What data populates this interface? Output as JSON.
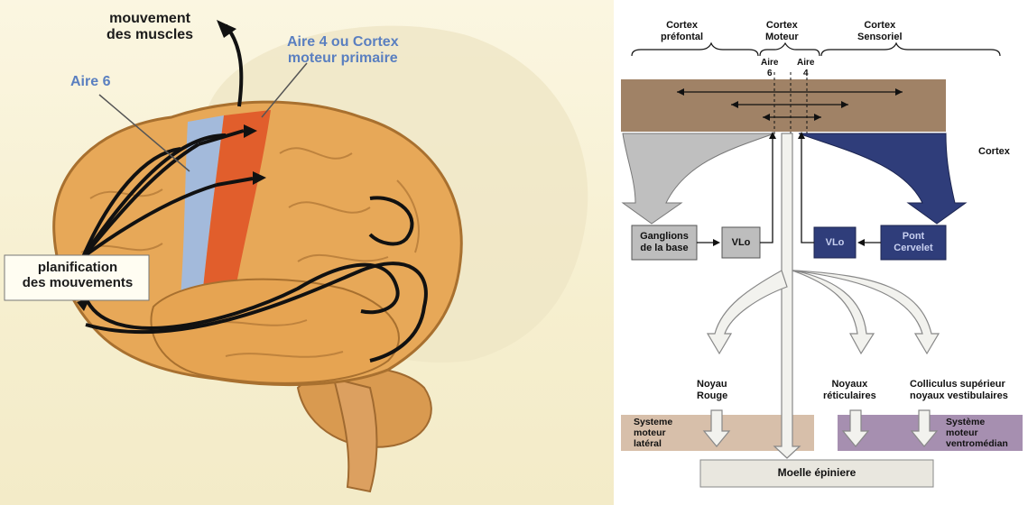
{
  "left": {
    "label_mouvement": "mouvement\ndes muscles",
    "label_aire4": "Aire 4 ou Cortex\nmoteur primaire",
    "label_aire6": "Aire 6",
    "label_planification": "planification\ndes mouvements",
    "colors": {
      "aire6": "#9fbbe3",
      "aire4": "#e05a2a",
      "brain": "#e8a856",
      "background": "#f7f0d2"
    }
  },
  "right": {
    "header_prefrontal": "Cortex\npréfontal",
    "header_moteur": "Cortex\nMoteur",
    "header_sensoriel": "Cortex\nSensoriel",
    "aire6": "Aire\n6",
    "aire4": "Aire\n4",
    "cortex": "Cortex",
    "box_ganglions": "Ganglions\nde la base",
    "box_vlo_left": "VLo",
    "box_vlo_right": "VLo",
    "box_pont": "Pont\nCervelet",
    "noyau_rouge": "Noyau\nRouge",
    "noyaux_reticulaires": "Noyaux\nréticulaires",
    "colliculus": "Colliculus supérieur\nnoyaux vestibulaires",
    "systeme_lateral": "Systeme\nmoteur\nlatéral",
    "systeme_ventromedian": "Système\nmoteur\nventromédian",
    "moelle": "Moelle épiniere",
    "colors": {
      "cortex_band": "#a08266",
      "grey_box": "#bdbdbd",
      "navy": "#2f3d7a",
      "lateral": "#d7bfaa",
      "ventromedian": "#a68fb0",
      "moelle": "#e9e7df"
    }
  }
}
